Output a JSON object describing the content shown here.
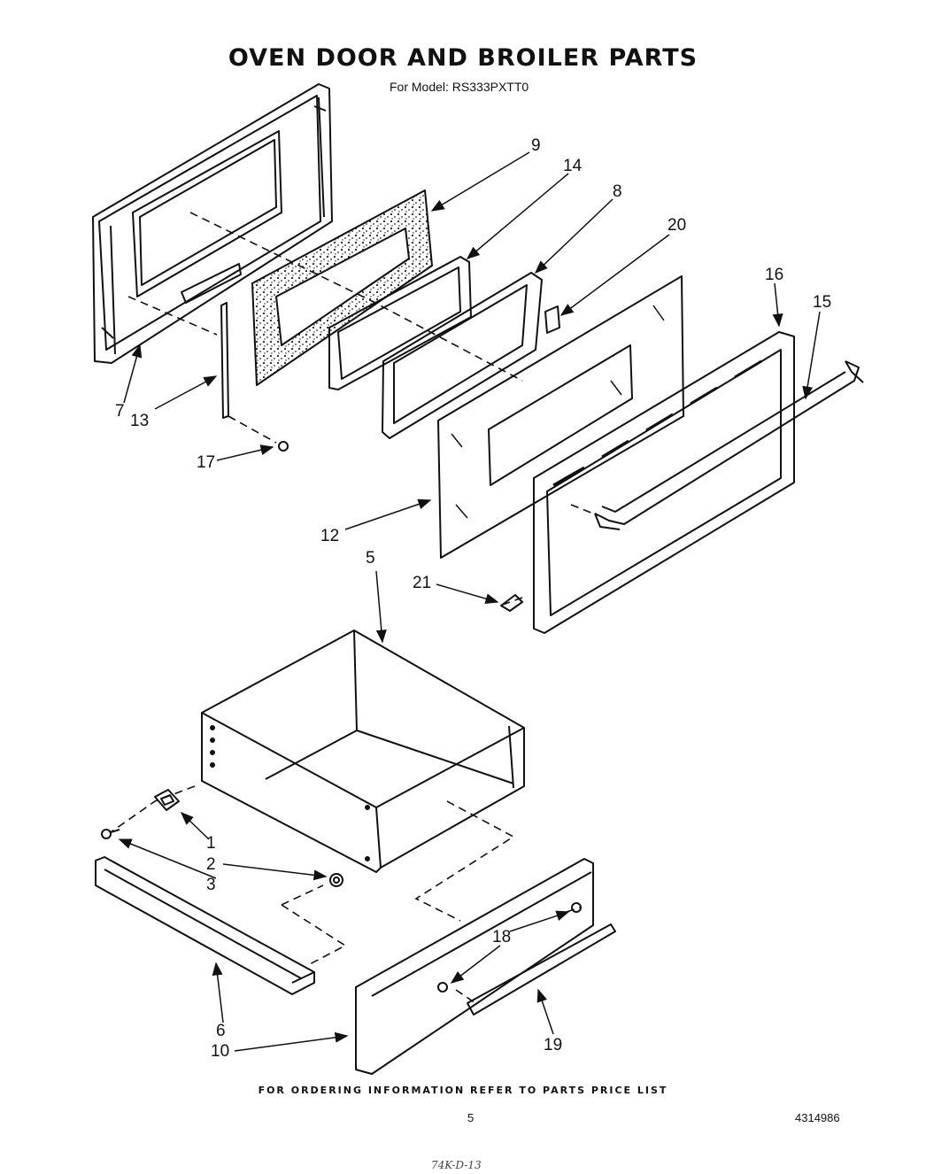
{
  "title": "OVEN DOOR AND BROILER PARTS",
  "subtitle": "For Model: RS333PXTT0",
  "footer_note": "FOR ORDERING INFORMATION REFER TO PARTS PRICE LIST",
  "page_number": "5",
  "document_number": "4314986",
  "handwritten_note": "74K-D-13",
  "callouts": {
    "c1": "1",
    "c2": "2",
    "c3": "3",
    "c5": "5",
    "c6": "6",
    "c7": "7",
    "c8": "8",
    "c9": "9",
    "c10": "10",
    "c12": "12",
    "c13": "13",
    "c14": "14",
    "c15": "15",
    "c16": "16",
    "c17": "17",
    "c18": "18",
    "c19": "19",
    "c20": "20",
    "c21": "21"
  }
}
